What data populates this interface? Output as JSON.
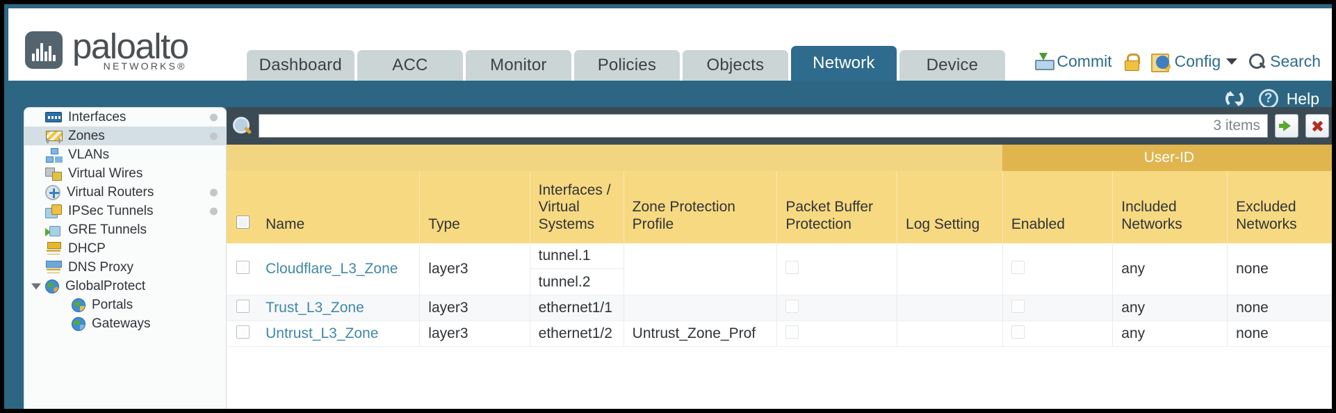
{
  "brand": {
    "name": "paloalto",
    "sub": "NETWORKS®"
  },
  "tabs": [
    {
      "label": "Dashboard",
      "active": false
    },
    {
      "label": "ACC",
      "active": false
    },
    {
      "label": "Monitor",
      "active": false
    },
    {
      "label": "Policies",
      "active": false
    },
    {
      "label": "Objects",
      "active": false
    },
    {
      "label": "Network",
      "active": true
    },
    {
      "label": "Device",
      "active": false
    }
  ],
  "header_actions": {
    "commit": "Commit",
    "config": "Config",
    "search": "Search"
  },
  "band": {
    "help": "Help"
  },
  "sidebar": {
    "items": [
      {
        "label": "Interfaces",
        "icon": "interfaces-icon",
        "selected": false,
        "dot": true,
        "child": false,
        "expander": false
      },
      {
        "label": "Zones",
        "icon": "zones-icon",
        "selected": true,
        "dot": true,
        "child": false,
        "expander": false
      },
      {
        "label": "VLANs",
        "icon": "vlans-icon",
        "selected": false,
        "dot": false,
        "child": false,
        "expander": false
      },
      {
        "label": "Virtual Wires",
        "icon": "virtual-wires-icon",
        "selected": false,
        "dot": false,
        "child": false,
        "expander": false
      },
      {
        "label": "Virtual Routers",
        "icon": "virtual-routers-icon",
        "selected": false,
        "dot": true,
        "child": false,
        "expander": false
      },
      {
        "label": "IPSec Tunnels",
        "icon": "ipsec-tunnels-icon",
        "selected": false,
        "dot": true,
        "child": false,
        "expander": false
      },
      {
        "label": "GRE Tunnels",
        "icon": "gre-tunnels-icon",
        "selected": false,
        "dot": false,
        "child": false,
        "expander": false
      },
      {
        "label": "DHCP",
        "icon": "dhcp-icon",
        "selected": false,
        "dot": false,
        "child": false,
        "expander": false
      },
      {
        "label": "DNS Proxy",
        "icon": "dns-proxy-icon",
        "selected": false,
        "dot": false,
        "child": false,
        "expander": false
      },
      {
        "label": "GlobalProtect",
        "icon": "globalprotect-icon",
        "selected": false,
        "dot": false,
        "child": false,
        "expander": true
      },
      {
        "label": "Portals",
        "icon": "portals-icon",
        "selected": false,
        "dot": false,
        "child": true,
        "expander": false
      },
      {
        "label": "Gateways",
        "icon": "gateways-icon",
        "selected": false,
        "dot": false,
        "child": true,
        "expander": false
      }
    ]
  },
  "search": {
    "value": "",
    "placeholder": "",
    "item_count": "3 items"
  },
  "table": {
    "group_header": {
      "label": "User-ID",
      "span": 3
    },
    "columns": [
      "Name",
      "Type",
      "Interfaces / Virtual Systems",
      "Zone Protection Profile",
      "Packet Buffer Protection",
      "Log Setting",
      "Enabled",
      "Included Networks",
      "Excluded Networks"
    ],
    "rows": [
      {
        "name": "Cloudflare_L3_Zone",
        "type": "layer3",
        "interfaces": [
          "tunnel.1",
          "tunnel.2"
        ],
        "zone_protection_profile": "",
        "packet_buffer_protection": false,
        "log_setting": "",
        "userid_enabled": false,
        "included_networks": "any",
        "excluded_networks": "none",
        "alt": false
      },
      {
        "name": "Trust_L3_Zone",
        "type": "layer3",
        "interfaces": [
          "ethernet1/1"
        ],
        "zone_protection_profile": "",
        "packet_buffer_protection": false,
        "log_setting": "",
        "userid_enabled": false,
        "included_networks": "any",
        "excluded_networks": "none",
        "alt": true
      },
      {
        "name": "Untrust_L3_Zone",
        "type": "layer3",
        "interfaces": [
          "ethernet1/2"
        ],
        "zone_protection_profile": "Untrust_Zone_Prof",
        "packet_buffer_protection": false,
        "log_setting": "",
        "userid_enabled": false,
        "included_networks": "any",
        "excluded_networks": "none",
        "alt": false
      }
    ]
  },
  "colors": {
    "brand_blue": "#2e6b8c",
    "band_blue": "#2d6683",
    "header_amber": "#f7d981",
    "group_amber": "#e0b54e",
    "link_blue": "#3f87a8",
    "panel_dark": "#3c4a54"
  }
}
